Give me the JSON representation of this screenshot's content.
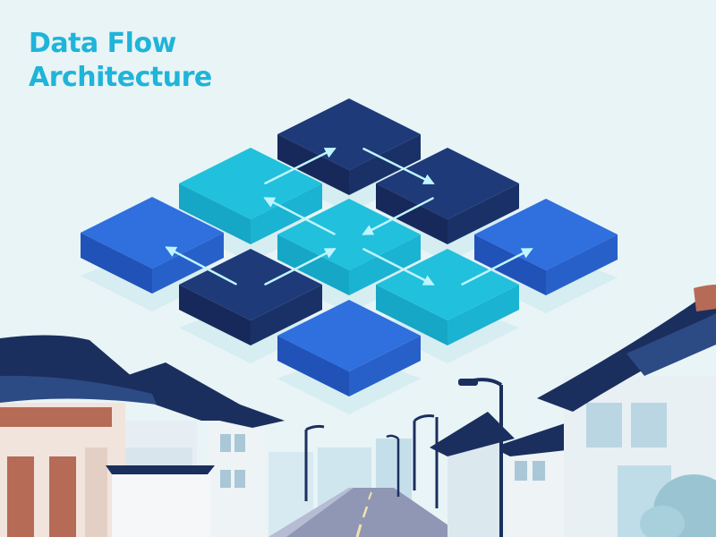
{
  "title": {
    "line1": "Data Flow",
    "line2": "Architecture"
  },
  "colors": {
    "background": "#e8f4f6",
    "title": "#1fb4d9",
    "block_navy": "#1e3a78",
    "block_cyan": "#21c0dd",
    "block_blue": "#2f6fde",
    "arrow": "#bff5ff",
    "roof": "#1b2f5e",
    "road": "#8f97b5"
  },
  "blocks": [
    {
      "id": "b-top",
      "color": "navy"
    },
    {
      "id": "b-upper-left",
      "color": "cyan"
    },
    {
      "id": "b-upper-right",
      "color": "navy"
    },
    {
      "id": "b-left",
      "color": "blue"
    },
    {
      "id": "b-center",
      "color": "cyan"
    },
    {
      "id": "b-right",
      "color": "blue"
    },
    {
      "id": "b-lower-left",
      "color": "navy"
    },
    {
      "id": "b-lower-right",
      "color": "cyan"
    },
    {
      "id": "b-bottom",
      "color": "blue"
    }
  ],
  "arrows": [
    {
      "from": "b-upper-left",
      "to": "b-top"
    },
    {
      "from": "b-top",
      "to": "b-upper-right"
    },
    {
      "from": "b-lower-left",
      "to": "b-left"
    },
    {
      "from": "b-lower-left",
      "to": "b-center"
    },
    {
      "from": "b-center",
      "to": "b-upper-left"
    },
    {
      "from": "b-center",
      "to": "b-lower-right"
    },
    {
      "from": "b-upper-right",
      "to": "b-center"
    },
    {
      "from": "b-lower-right",
      "to": "b-right"
    }
  ]
}
